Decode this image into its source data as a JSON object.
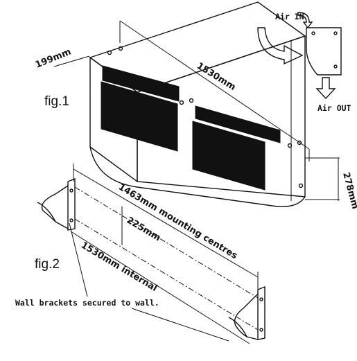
{
  "figure1": {
    "label": "fig.1",
    "dims": {
      "depth": "199mm",
      "length": "1530mm",
      "height": "278mm"
    },
    "airflow": {
      "in_label": "Air IN",
      "out_label": "Air OUT"
    }
  },
  "figure2": {
    "label": "fig.2",
    "dims": {
      "mounting": "1463mm mounting centres",
      "height": "225mm",
      "internal": "1530mm internal"
    },
    "note": "Wall brackets secured to wall."
  }
}
